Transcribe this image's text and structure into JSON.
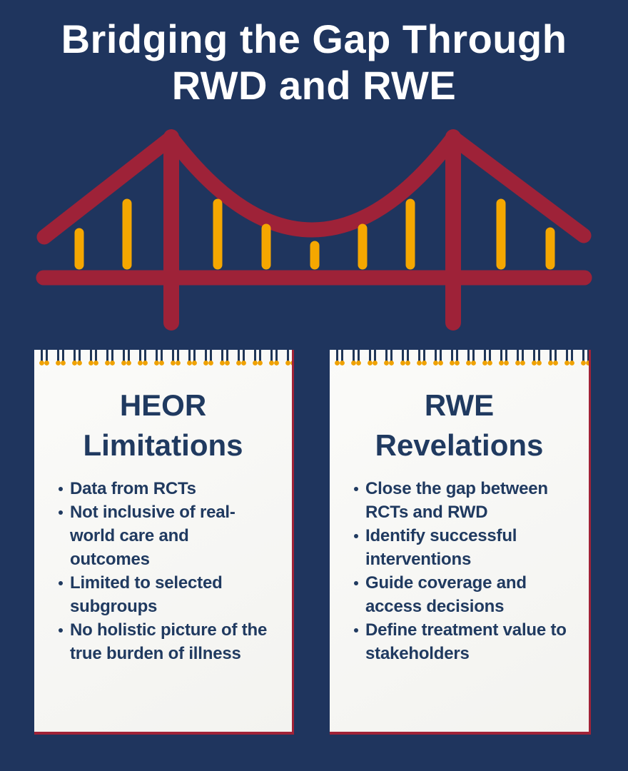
{
  "title": {
    "line1": "Bridging the Gap Through",
    "line2": "RWD and RWE"
  },
  "colors": {
    "background": "#1F355E",
    "accent_red": "#9E2238",
    "accent_yellow": "#F5A700",
    "card_background": "#F7F6F4",
    "text_navy": "#203A60",
    "title_white": "#FFFFFF"
  },
  "illustration": {
    "name": "suspension-bridge",
    "elements": [
      "cable",
      "left-tower",
      "right-tower",
      "deck",
      "nine-hanger-bars"
    ]
  },
  "cards": [
    {
      "heading": "HEOR\nLimitations",
      "bullets": [
        "Data from RCTs",
        "Not inclusive of real-\nworld care and\noutcomes",
        "Limited to selected\nsubgroups",
        "No holistic picture of the\ntrue burden of illness"
      ]
    },
    {
      "heading": "RWE\nRevelations",
      "bullets": [
        "Close the gap between\nRCTs and RWD",
        "Identify successful\ninterventions",
        "Guide coverage and\naccess decisions",
        "Define treatment value to\nstakeholders"
      ]
    }
  ]
}
